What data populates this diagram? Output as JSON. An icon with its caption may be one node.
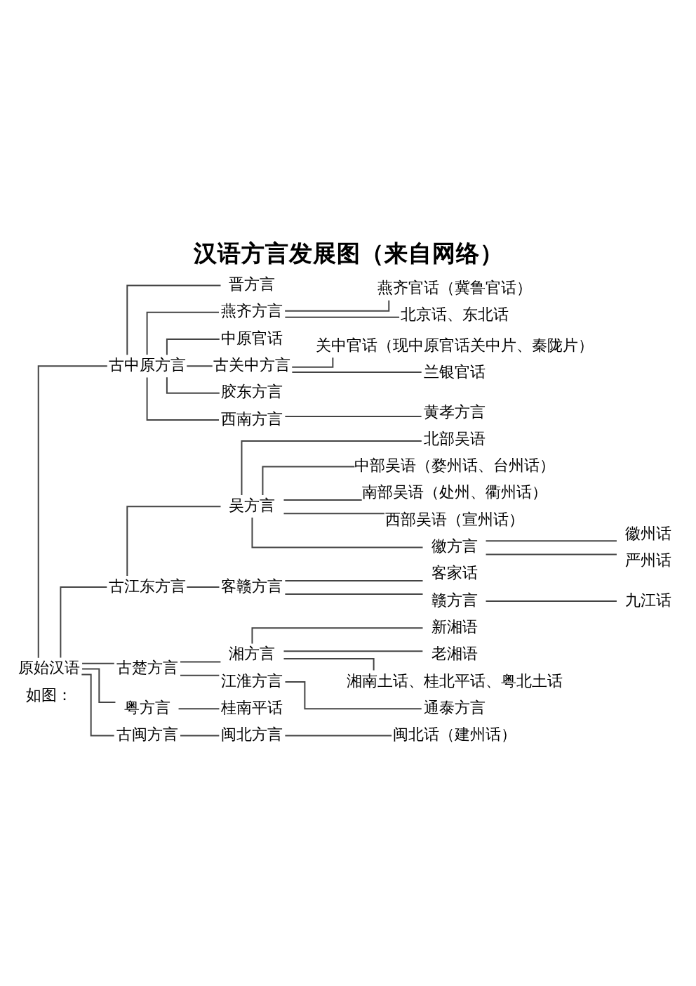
{
  "diagram": {
    "title": "汉语方言发展图（来自网络）",
    "nodes": [
      {
        "text": [
          "晋方言"
        ]
      },
      {
        "text": [
          "燕齐方言"
        ]
      },
      {
        "text": [
          "燕齐官话（冀鲁官话）"
        ]
      },
      {
        "text": [
          "北京话、东北话"
        ]
      },
      {
        "text": [
          "中原官话"
        ]
      },
      {
        "text": [
          "古中原方言"
        ]
      },
      {
        "text": [
          "古关中方言"
        ]
      },
      {
        "text": [
          "关中官话（现中原官话关中片、秦陇片）"
        ]
      },
      {
        "text": [
          "兰银官话"
        ]
      },
      {
        "text": [
          "胶东方言"
        ]
      },
      {
        "text": [
          "西南方言"
        ]
      },
      {
        "text": [
          "黄孝方言"
        ]
      },
      {
        "text": [
          "原始汉语"
        ]
      },
      {
        "text": [
          "古江东方言"
        ]
      },
      {
        "text": [
          "吴方言"
        ]
      },
      {
        "text": [
          "北部吴语"
        ]
      },
      {
        "text": [
          "中部吴语（婺州话、台州话）"
        ]
      },
      {
        "text": [
          "南部吴语（处州、衢州话）"
        ]
      },
      {
        "text": [
          "西部吴语（宣州话）"
        ]
      },
      {
        "text": [
          "徽方言"
        ]
      },
      {
        "text": [
          "徽州话"
        ]
      },
      {
        "text": [
          "严州话"
        ]
      },
      {
        "text": [
          "客赣方言"
        ]
      },
      {
        "text": [
          "客家话"
        ]
      },
      {
        "text": [
          "赣方言"
        ]
      },
      {
        "text": [
          "九江话"
        ]
      },
      {
        "text": [
          "古楚方言"
        ]
      },
      {
        "text": [
          "湘方言"
        ]
      },
      {
        "text": [
          "新湘语"
        ]
      },
      {
        "text": [
          "老湘语"
        ]
      },
      {
        "text": [
          "湘南土话、桂北平话、粤北土话"
        ]
      },
      {
        "text": [
          "江淮方言"
        ]
      },
      {
        "text": [
          "通泰方言"
        ]
      },
      {
        "text": [
          "粤方言"
        ]
      },
      {
        "text": [
          "桂南平话"
        ]
      },
      {
        "text": [
          "古闽方言"
        ]
      },
      {
        "text": [
          "闽北方言"
        ]
      },
      {
        "text": [
          "闽北话（建州话）"
        ]
      }
    ],
    "edges": [
      {
        "from": 12,
        "to": 5,
        "arrow": "none"
      },
      {
        "from": 12,
        "to": 13,
        "arrow": "none"
      },
      {
        "from": 12,
        "to": 26,
        "arrow": "none"
      },
      {
        "from": 12,
        "to": 33,
        "arrow": "none"
      },
      {
        "from": 12,
        "to": 35,
        "arrow": "none"
      },
      {
        "from": 5,
        "to": 0,
        "arrow": "none"
      },
      {
        "from": 5,
        "to": 1,
        "arrow": "none"
      },
      {
        "from": 5,
        "to": 4,
        "arrow": "none"
      },
      {
        "from": 5,
        "to": 6,
        "arrow": "none"
      },
      {
        "from": 5,
        "to": 9,
        "arrow": "none"
      },
      {
        "from": 5,
        "to": 10,
        "arrow": "none"
      },
      {
        "from": 1,
        "to": 2,
        "arrow": "none"
      },
      {
        "from": 1,
        "to": 3,
        "arrow": "none"
      },
      {
        "from": 6,
        "to": 7,
        "arrow": "none"
      },
      {
        "from": 6,
        "to": 8,
        "arrow": "none"
      },
      {
        "from": 10,
        "to": 11,
        "arrow": "none"
      },
      {
        "from": 13,
        "to": 14,
        "arrow": "none"
      },
      {
        "from": 13,
        "to": 22,
        "arrow": "none"
      },
      {
        "from": 14,
        "to": 15,
        "arrow": "none"
      },
      {
        "from": 14,
        "to": 16,
        "arrow": "none"
      },
      {
        "from": 14,
        "to": 17,
        "arrow": "none"
      },
      {
        "from": 14,
        "to": 18,
        "arrow": "none"
      },
      {
        "from": 14,
        "to": 19,
        "arrow": "none"
      },
      {
        "from": 19,
        "to": 20,
        "arrow": "none"
      },
      {
        "from": 19,
        "to": 21,
        "arrow": "none"
      },
      {
        "from": 22,
        "to": 23,
        "arrow": "none"
      },
      {
        "from": 22,
        "to": 24,
        "arrow": "none"
      },
      {
        "from": 24,
        "to": 25,
        "arrow": "none"
      },
      {
        "from": 26,
        "to": 27,
        "arrow": "none"
      },
      {
        "from": 26,
        "to": 31,
        "arrow": "none"
      },
      {
        "from": 27,
        "to": 28,
        "arrow": "none"
      },
      {
        "from": 27,
        "to": 29,
        "arrow": "none"
      },
      {
        "from": 27,
        "to": 30,
        "arrow": "none"
      },
      {
        "from": 31,
        "to": 32,
        "arrow": "none"
      },
      {
        "from": 33,
        "to": 34,
        "arrow": "none"
      },
      {
        "from": 35,
        "to": 36,
        "arrow": "none"
      },
      {
        "from": 36,
        "to": 37,
        "arrow": "none"
      }
    ],
    "labels": [
      "如图："
    ]
  }
}
